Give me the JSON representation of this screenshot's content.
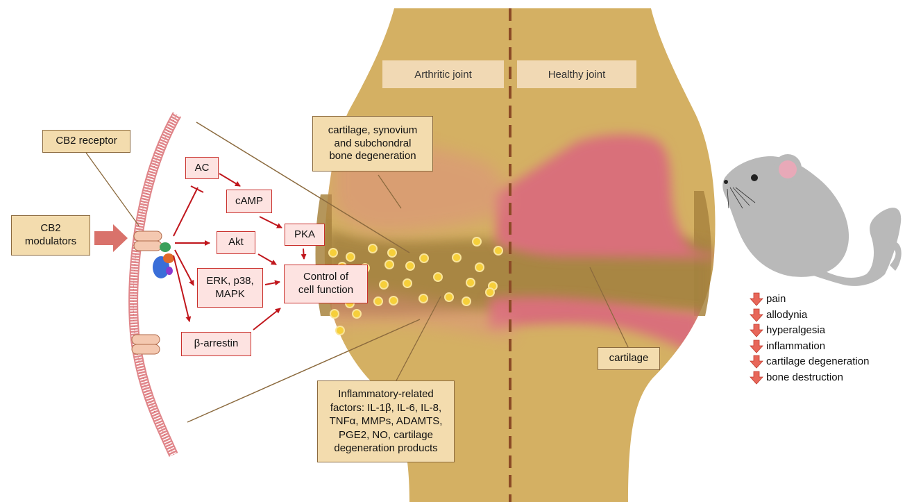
{
  "headers": {
    "arthritic": "Arthritic joint",
    "healthy": "Healthy joint"
  },
  "labels": {
    "cb2_receptor": "CB2 receptor",
    "cb2_modulators_line1": "CB2",
    "cb2_modulators_line2": "modulators",
    "ac": "AC",
    "camp": "cAMP",
    "pka": "PKA",
    "akt": "Akt",
    "erk_line1": "ERK, p38,",
    "erk_line2": "MAPK",
    "arrestin": "β-arrestin",
    "control_line1": "Control of",
    "control_line2": "cell function",
    "degeneration_line1": "cartilage, synovium",
    "degeneration_line2": "and subchondral",
    "degeneration_line3": "bone degeneration",
    "inflammatory_line1": "Inflammatory-related",
    "inflammatory_line2": "factors: IL-1β, IL-6, IL-8,",
    "inflammatory_line3": "TNFα, MMPs, ADAMTS,",
    "inflammatory_line4": "PGE2, NO, cartilage",
    "inflammatory_line5": "degeneration products",
    "cartilage": "cartilage"
  },
  "effects": [
    "pain",
    "allodynia",
    "hyperalgesia",
    "inflammation",
    "cartilage degeneration",
    "bone destruction"
  ],
  "colors": {
    "joint": "#d4b063",
    "cartilage": "#d9707a",
    "dashed_divider": "#8b4a26",
    "arrow": "#c0161c",
    "membrane": "#e0868a",
    "mouse": "#b9b9b9",
    "dots": "#f6cf3a",
    "down_arrow": "#e8675a"
  }
}
